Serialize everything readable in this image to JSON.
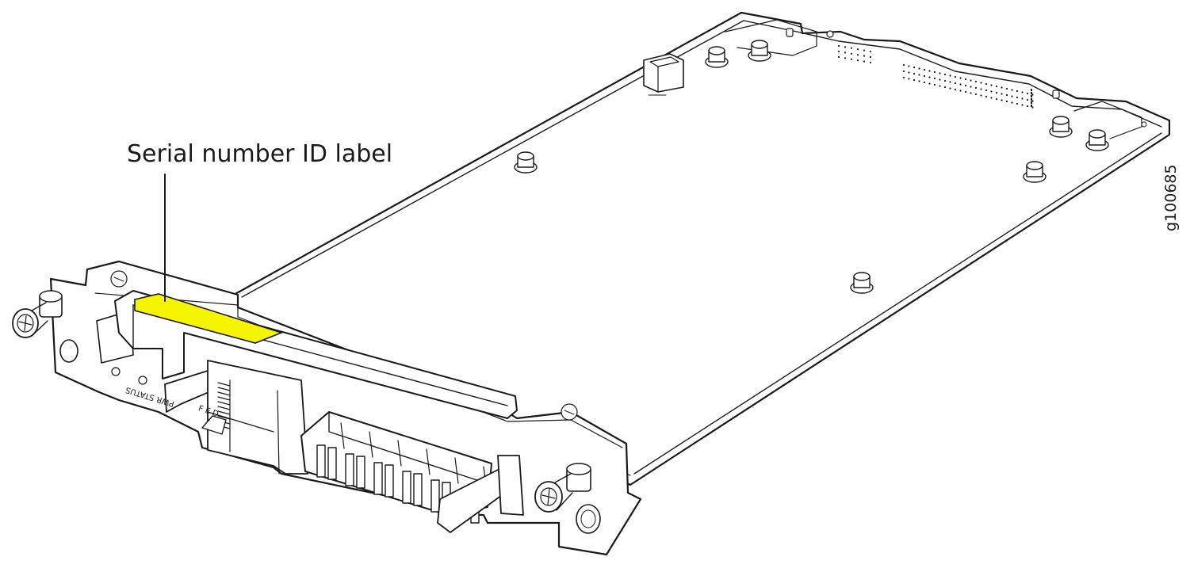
{
  "callout": {
    "label": "Serial number ID label"
  },
  "figure_id": "g100685",
  "panel": {
    "led_labels": "PWR STATUS",
    "port_letters": "F E D"
  },
  "colors": {
    "label_highlight": "#f5f500",
    "line": "#1a1a1a",
    "background": "#ffffff"
  }
}
